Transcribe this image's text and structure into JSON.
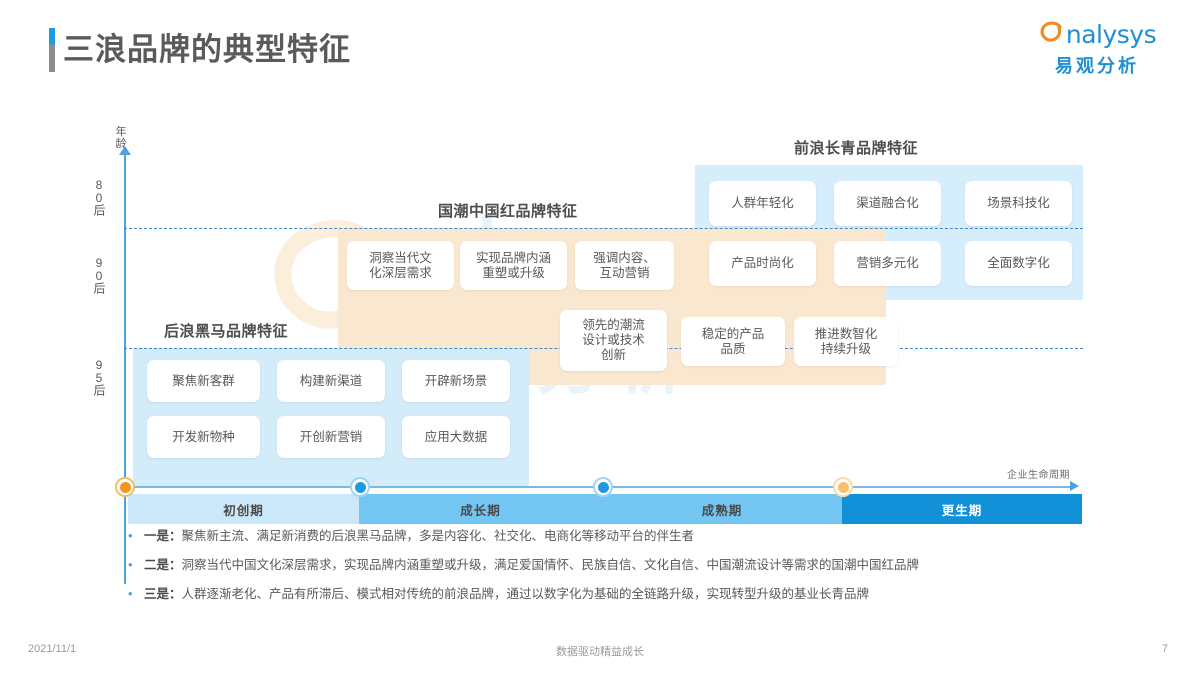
{
  "header": {
    "title": "三浪品牌的典型特征",
    "logo": {
      "word": "nalysys",
      "cn": "易观分析",
      "swoosh_color": "#f18d1f",
      "text_color": "#1f8fd4"
    }
  },
  "watermark": {
    "word": "nalysys",
    "cn": "易观分析"
  },
  "chart_data": {
    "type": "diagram",
    "title": "三浪品牌的典型特征",
    "xlabel": "企业生命周期",
    "ylabel": "年龄",
    "y_ticks": [
      "80后",
      "90后",
      "95后"
    ],
    "x_stages": [
      {
        "label": "初创期",
        "color": "#cbe8fa"
      },
      {
        "label": "成长期",
        "color": "#74c6f2"
      },
      {
        "label": "成熟期",
        "color": "#74c6f2"
      },
      {
        "label": "更生期",
        "color": "#1291d8"
      }
    ],
    "markers": [
      {
        "color": "#f7941e"
      },
      {
        "color": "#1e9ae0"
      },
      {
        "color": "#1e9ae0"
      },
      {
        "color": "#f9c06a"
      }
    ],
    "groups": [
      {
        "id": "hou-lang",
        "title": "后浪黑马品牌特征",
        "color": "#d3ecfa",
        "cards": [
          "聚焦新客群",
          "构建新渠道",
          "开辟新场景",
          "开发新物种",
          "开创新营销",
          "应用大数据"
        ]
      },
      {
        "id": "guo-chao",
        "title": "国潮中国红品牌特征",
        "color": "#fae7cf",
        "cards": [
          "洞察当代文\n化深层需求",
          "实现品牌内涵\n重塑或升级",
          "强调内容、\n互动营销",
          "领先的潮流\n设计或技术\n创新",
          "稳定的产品\n品质",
          "推进数智化\n持续升级"
        ]
      },
      {
        "id": "qian-lang",
        "title": "前浪长青品牌特征",
        "color": "#d6edfb",
        "cards": [
          "人群年轻化",
          "渠道融合化",
          "场景科技化",
          "产品时尚化",
          "营销多元化",
          "全面数字化"
        ]
      }
    ]
  },
  "cards": {
    "hl1": "聚焦新客群",
    "hl2": "构建新渠道",
    "hl3": "开辟新场景",
    "hl4": "开发新物种",
    "hl5": "开创新营销",
    "hl6": "应用大数据",
    "gc1a": "洞察当代文",
    "gc1b": "化深层需求",
    "gc2a": "实现品牌内涵",
    "gc2b": "重塑或升级",
    "gc3a": "强调内容、",
    "gc3b": "互动营销",
    "gc4a": "领先的潮流",
    "gc4b": "设计或技术",
    "gc4c": "创新",
    "gc5a": "稳定的产品",
    "gc5b": "品质",
    "gc6a": "推进数智化",
    "gc6b": "持续升级",
    "ql1": "人群年轻化",
    "ql2": "渠道融合化",
    "ql3": "场景科技化",
    "ql4": "产品时尚化",
    "ql5": "营销多元化",
    "ql6": "全面数字化"
  },
  "group_titles": {
    "hou_lang": "后浪黑马品牌特征",
    "guo_chao": "国潮中国红品牌特征",
    "qian_lang": "前浪长青品牌特征"
  },
  "axis": {
    "y_title": "年龄",
    "tick_80": "80后",
    "tick_90": "90后",
    "tick_95": "95后",
    "x_title": "企业生命周期"
  },
  "timeline": {
    "stage1": "初创期",
    "stage2": "成长期",
    "stage3": "成熟期",
    "stage4": "更生期"
  },
  "bullets": [
    {
      "lead": "一是：",
      "text": "聚焦新主流、满足新消费的后浪黑马品牌，多是内容化、社交化、电商化等移动平台的伴生者"
    },
    {
      "lead": "二是：",
      "text": "洞察当代中国文化深层需求，实现品牌内涵重塑或升级，满足爱国情怀、民族自信、文化自信、中国潮流设计等需求的国潮中国红品牌"
    },
    {
      "lead": "三是：",
      "text": "人群逐渐老化、产品有所滞后、模式相对传统的前浪品牌，通过以数字化为基础的全链路升级，实现转型升级的基业长青品牌"
    }
  ],
  "bullet_marker": "•",
  "footer": {
    "date": "2021/11/1",
    "center": "数据驱动精益成长",
    "page": "7"
  }
}
